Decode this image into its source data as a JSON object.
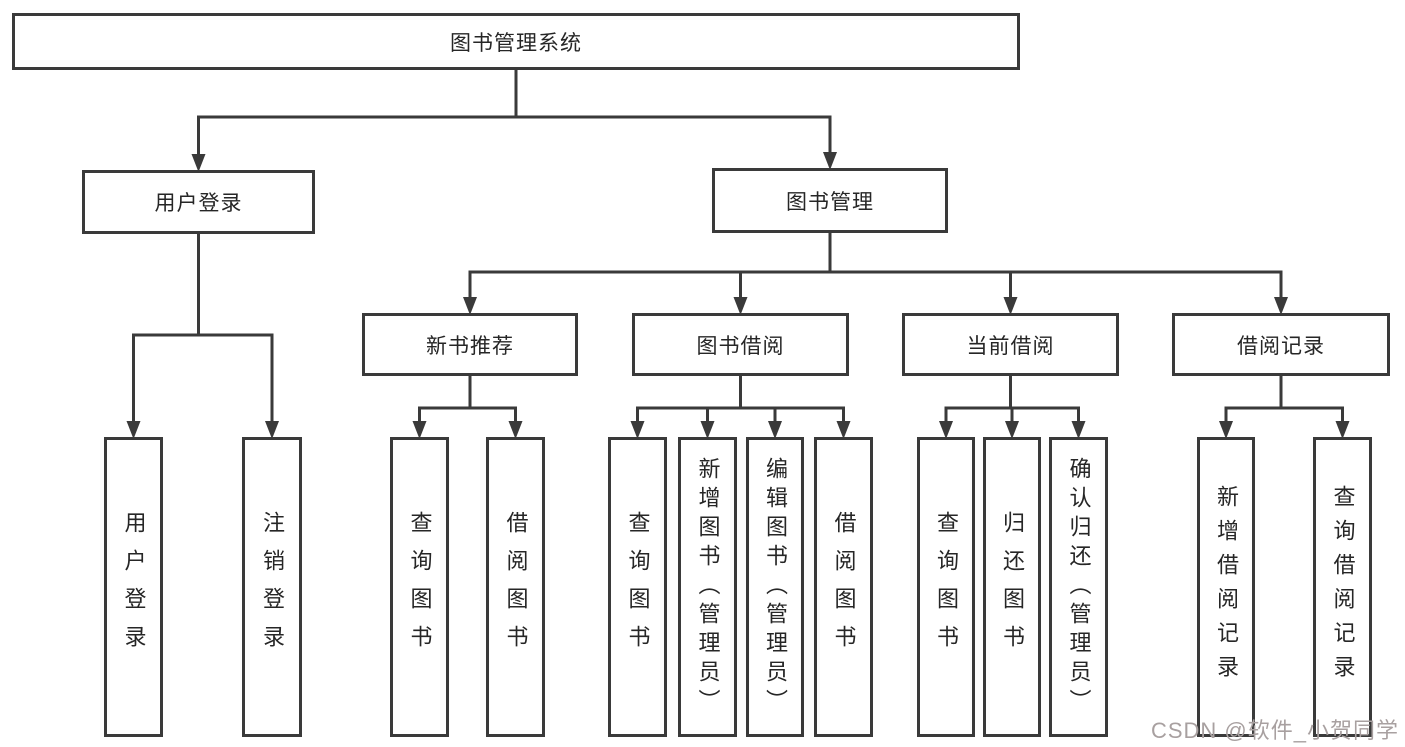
{
  "diagram": {
    "background_color": "#ffffff",
    "line_color": "#3a3a3a",
    "box_border_color": "#3a3a3a",
    "text_color": "#262626"
  },
  "nodes": [
    {
      "id": "root",
      "label": "图书管理系统",
      "parent": null,
      "level": 1,
      "vertical": false
    },
    {
      "id": "user-login",
      "label": "用户登录",
      "parent": "root",
      "level": 2,
      "vertical": false
    },
    {
      "id": "book-mgmt",
      "label": "图书管理",
      "parent": "root",
      "level": 2,
      "vertical": false
    },
    {
      "id": "new-book-rec",
      "label": "新书推荐",
      "parent": "book-mgmt",
      "level": 3,
      "vertical": false
    },
    {
      "id": "book-borrow",
      "label": "图书借阅",
      "parent": "book-mgmt",
      "level": 3,
      "vertical": false
    },
    {
      "id": "current-borrow",
      "label": "当前借阅",
      "parent": "book-mgmt",
      "level": 3,
      "vertical": false
    },
    {
      "id": "borrow-records",
      "label": "借阅记录",
      "parent": "book-mgmt",
      "level": 3,
      "vertical": false
    },
    {
      "id": "leaf-user-login",
      "label": "用户登录",
      "parent": "user-login",
      "level": 4,
      "vertical": true
    },
    {
      "id": "leaf-logout",
      "label": "注销登录",
      "parent": "user-login",
      "level": 4,
      "vertical": true
    },
    {
      "id": "leaf-nbr-query",
      "label": "查询图书",
      "parent": "new-book-rec",
      "level": 4,
      "vertical": true
    },
    {
      "id": "leaf-nbr-borrow",
      "label": "借阅图书",
      "parent": "new-book-rec",
      "level": 4,
      "vertical": true
    },
    {
      "id": "leaf-bb-query",
      "label": "查询图书",
      "parent": "book-borrow",
      "level": 4,
      "vertical": true
    },
    {
      "id": "leaf-bb-add",
      "label": "新增图书（管理员）",
      "parent": "book-borrow",
      "level": 4,
      "vertical": true
    },
    {
      "id": "leaf-bb-edit",
      "label": "编辑图书（管理员）",
      "parent": "book-borrow",
      "level": 4,
      "vertical": true
    },
    {
      "id": "leaf-bb-borrow",
      "label": "借阅图书",
      "parent": "book-borrow",
      "level": 4,
      "vertical": true
    },
    {
      "id": "leaf-cb-query",
      "label": "查询图书",
      "parent": "current-borrow",
      "level": 4,
      "vertical": true
    },
    {
      "id": "leaf-cb-return",
      "label": "归还图书",
      "parent": "current-borrow",
      "level": 4,
      "vertical": true
    },
    {
      "id": "leaf-cb-confirm",
      "label": "确认归还（管理员）",
      "parent": "current-borrow",
      "level": 4,
      "vertical": true
    },
    {
      "id": "leaf-br-add",
      "label": "新增借阅记录",
      "parent": "borrow-records",
      "level": 4,
      "vertical": true
    },
    {
      "id": "leaf-br-query",
      "label": "查询借阅记录",
      "parent": "borrow-records",
      "level": 4,
      "vertical": true
    }
  ],
  "watermark": {
    "text": "CSDN @软件_小贺同学",
    "color": "#a8a0a0"
  }
}
